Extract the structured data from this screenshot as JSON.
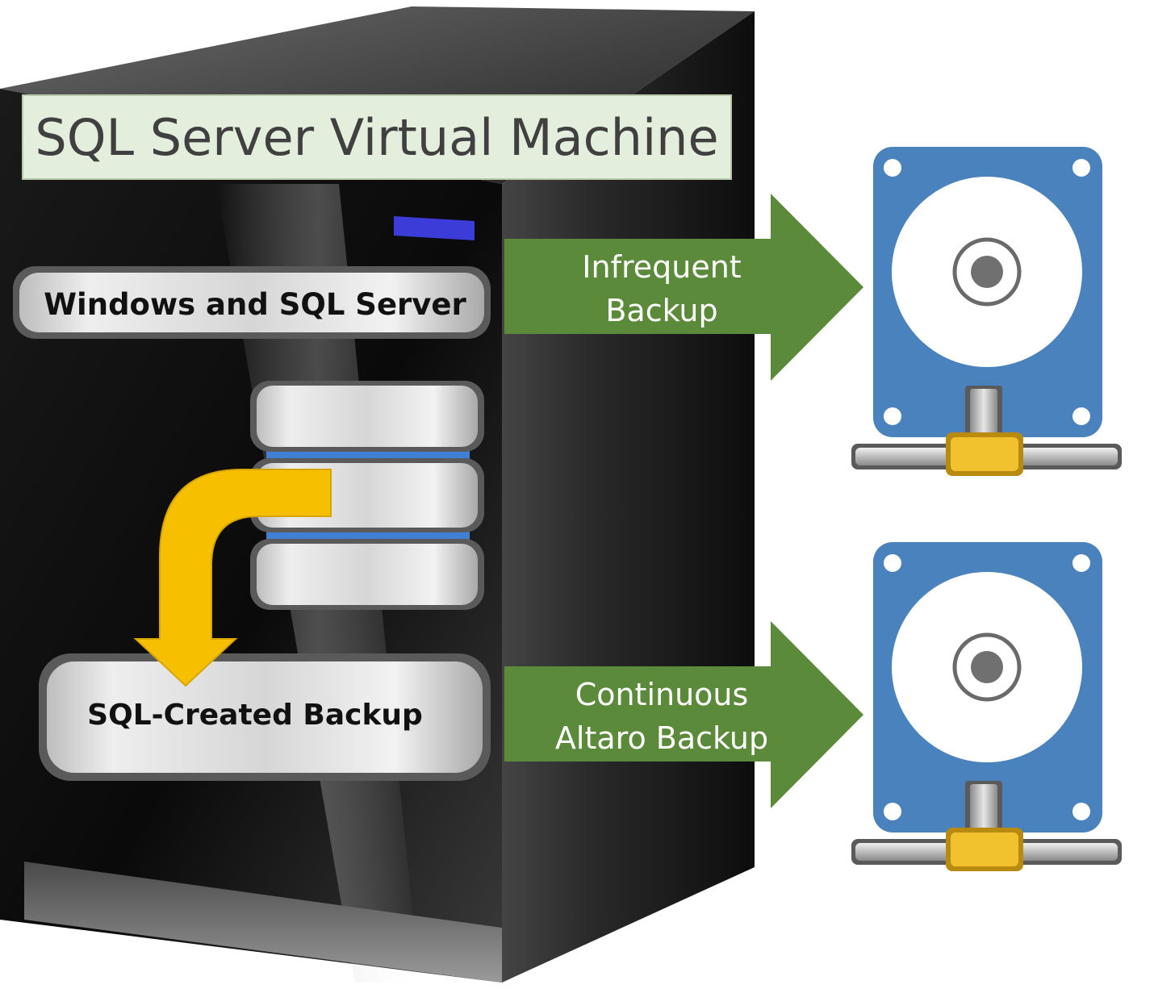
{
  "server": {
    "title": "SQL Server Virtual Machine",
    "os_panel_label": "Windows and SQL Server",
    "backup_panel_label": "SQL-Created Backup"
  },
  "arrows": {
    "infrequent_line1": "Infrequent",
    "infrequent_line2": "Backup",
    "continuous_line1": "Continuous",
    "continuous_line2": "Altaro Backup"
  },
  "colors": {
    "title_bg": "#e3efdc",
    "arrow_green": "#5b8a3a",
    "curved_arrow": "#f6c000",
    "drive_blue": "#4a82bd",
    "connector_gold": "#f2c12e",
    "db_stripe": "#3f7fd4",
    "indicator_blue": "#3c3cd8"
  },
  "icons": {
    "server_tower": "server-tower-icon",
    "database": "database-stack-icon",
    "network_drive": "network-drive-icon",
    "curved_arrow": "curved-arrow-icon",
    "right_arrow": "right-arrow-icon"
  }
}
